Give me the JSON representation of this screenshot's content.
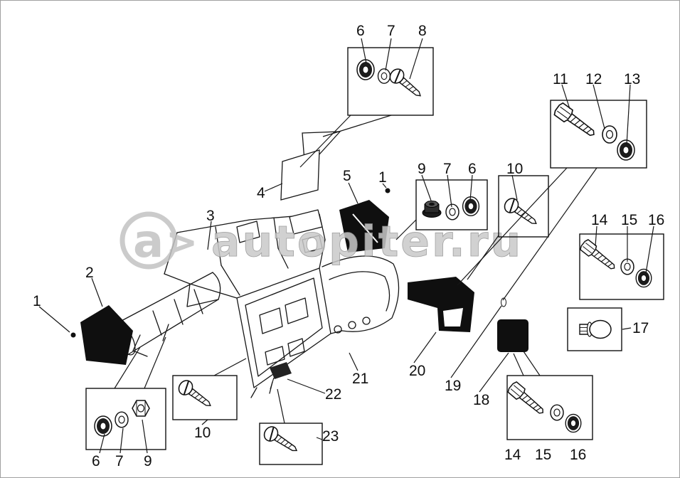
{
  "watermark": {
    "logo_letter": "a",
    "logo_arrow": ">",
    "text": "autopiter.ru"
  },
  "callouts": [
    {
      "label": "6"
    },
    {
      "label": "7"
    },
    {
      "label": "8"
    },
    {
      "label": "11"
    },
    {
      "label": "12"
    },
    {
      "label": "13"
    },
    {
      "label": "4"
    },
    {
      "label": "5"
    },
    {
      "label": "1"
    },
    {
      "label": "9"
    },
    {
      "label": "7"
    },
    {
      "label": "6"
    },
    {
      "label": "10"
    },
    {
      "label": "14"
    },
    {
      "label": "15"
    },
    {
      "label": "16"
    },
    {
      "label": "3"
    },
    {
      "label": "2"
    },
    {
      "label": "1"
    },
    {
      "label": "17"
    },
    {
      "label": "20"
    },
    {
      "label": "21"
    },
    {
      "label": "19"
    },
    {
      "label": "18"
    },
    {
      "label": "22"
    },
    {
      "label": "10"
    },
    {
      "label": "23"
    },
    {
      "label": "6"
    },
    {
      "label": "7"
    },
    {
      "label": "9"
    },
    {
      "label": "14"
    },
    {
      "label": "15"
    },
    {
      "label": "16"
    }
  ],
  "insets": [
    {
      "name": "top-screw-set",
      "labels": [
        "6",
        "7",
        "8"
      ],
      "parts": [
        "washer",
        "lock-washer",
        "slotted-screw"
      ]
    },
    {
      "name": "upper-right-bolt-set",
      "labels": [
        "11",
        "12",
        "13"
      ],
      "parts": [
        "hex-bolt",
        "washer",
        "washer"
      ]
    },
    {
      "name": "center-nut-set",
      "labels": [
        "9",
        "7",
        "6"
      ],
      "parts": [
        "flange-nut",
        "washer",
        "washer"
      ]
    },
    {
      "name": "center-screw",
      "labels": [
        "10"
      ],
      "parts": [
        "slotted-screw"
      ]
    },
    {
      "name": "mid-right-bolt-set",
      "labels": [
        "14",
        "15",
        "16"
      ],
      "parts": [
        "hex-bolt",
        "washer",
        "flange-nut"
      ]
    },
    {
      "name": "knob",
      "labels": [
        "17"
      ],
      "parts": [
        "knob"
      ]
    },
    {
      "name": "bottom-right-bolt-set",
      "labels": [
        "14",
        "15",
        "16"
      ],
      "parts": [
        "hex-bolt",
        "washer",
        "washer"
      ]
    },
    {
      "name": "bottom-left-nut-set",
      "labels": [
        "6",
        "7",
        "9"
      ],
      "parts": [
        "washer",
        "washer",
        "hex-nut"
      ]
    },
    {
      "name": "bottom-screw",
      "labels": [
        "10"
      ],
      "parts": [
        "slotted-screw"
      ]
    },
    {
      "name": "clip-screw",
      "labels": [
        "23"
      ],
      "parts": [
        "slotted-screw"
      ]
    }
  ]
}
